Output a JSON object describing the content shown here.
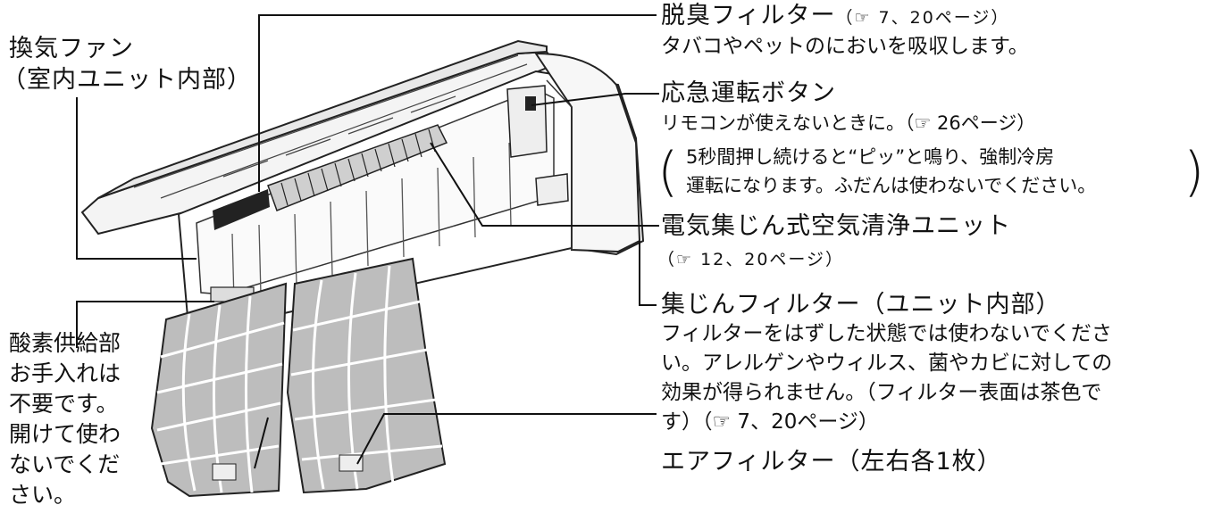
{
  "labels": {
    "fan_title_1": "換気ファン",
    "fan_title_2": "（室内ユニット内部）",
    "deodorant_title": "脱臭フィルター",
    "deodorant_ref": "（☞ 7、20ページ）",
    "deodorant_desc": "タバコやペットのにおいを吸収します。",
    "emergency_title": "応急運転ボタン",
    "emergency_desc": "リモコンが使えないときに。（☞ 26ページ）",
    "emergency_note_1": "5秒間押し続けると“ピッ”と鳴り、強制冷房",
    "emergency_note_2": "運転になります。ふだんは使わないでください。",
    "purifier_title": "電気集じん式空気清浄ユニット",
    "purifier_ref": "（☞ 12、20ページ）",
    "dust_title": "集じんフィルター（ユニット内部）",
    "dust_desc_1": "フィルターをはずした状態では使わないでくださ",
    "dust_desc_2": "い。アレルゲンやウィルス、菌やカビに対しての",
    "dust_desc_3": "効果が得られません。（フィルター表面は茶色で",
    "dust_desc_4": "す）（☞ 7、20ページ）",
    "air_filter_title": "エアフィルター（左右各1枚）",
    "oxygen_1": "酸素供給部",
    "oxygen_2": "お手入れは",
    "oxygen_3": "不要です。",
    "oxygen_4": "開けて使わ",
    "oxygen_5": "ないでくだ",
    "oxygen_6": "さい。"
  }
}
